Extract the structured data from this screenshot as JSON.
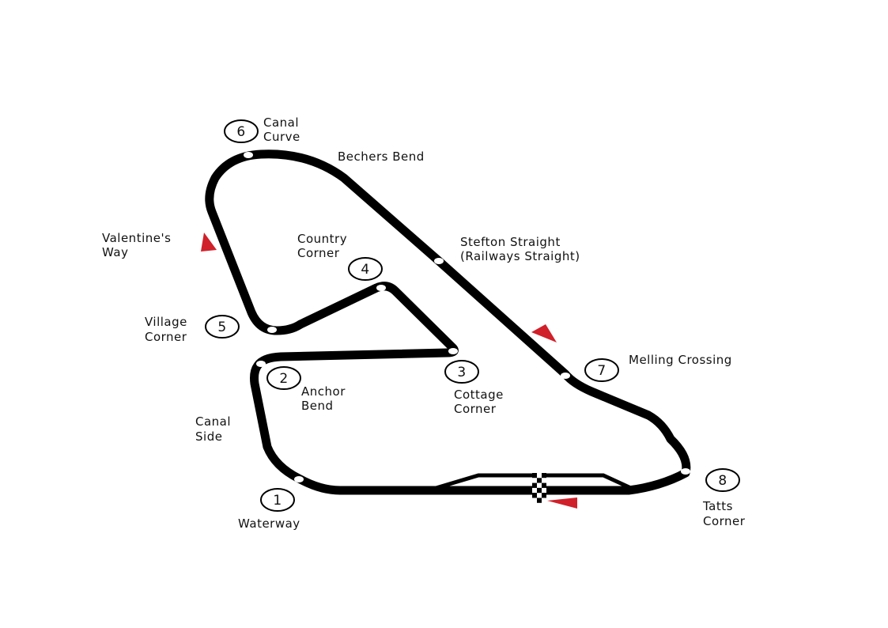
{
  "colors": {
    "track": "#000000",
    "arrow": "#d0202a",
    "marker": "#ffffff"
  },
  "corners": [
    {
      "number": "1",
      "name": [
        "",
        "Waterway"
      ]
    },
    {
      "number": "2",
      "name": [
        "Anchor",
        "Bend"
      ]
    },
    {
      "number": "3",
      "name": [
        "Cottage",
        "Corner"
      ]
    },
    {
      "number": "4",
      "name": [
        "Country",
        "Corner"
      ]
    },
    {
      "number": "5",
      "name": [
        "Village",
        "Corner"
      ]
    },
    {
      "number": "6",
      "name": [
        "Canal",
        "Curve"
      ]
    },
    {
      "number": "7",
      "name": [
        "Melling Crossing",
        ""
      ]
    },
    {
      "number": "8",
      "name": [
        "Tatts",
        "Corner"
      ]
    }
  ],
  "labels": {
    "bechers": "Bechers Bend",
    "stefton": [
      "Stefton Straight",
      "(Railways Straight)"
    ],
    "valentines": [
      "Valentine's",
      "Way"
    ],
    "canal_side": [
      "Canal",
      "Side"
    ]
  }
}
